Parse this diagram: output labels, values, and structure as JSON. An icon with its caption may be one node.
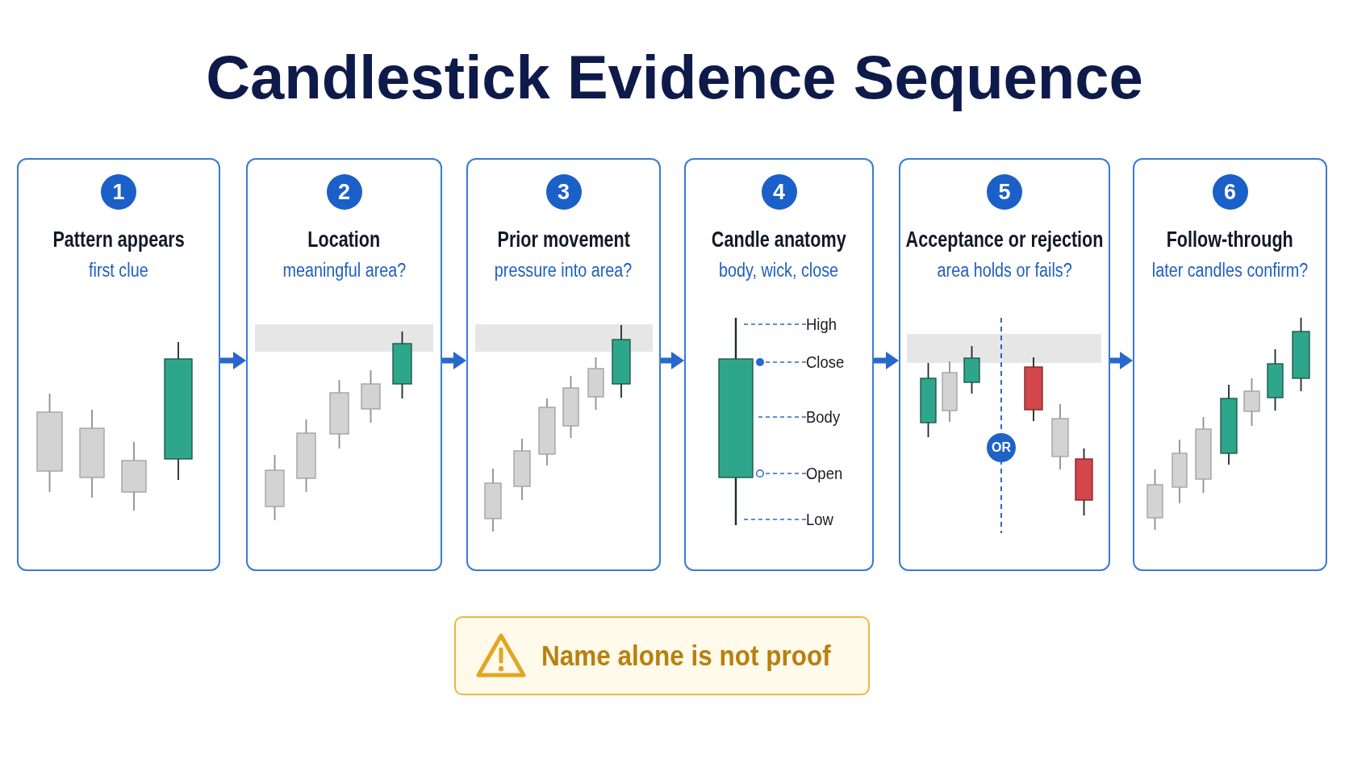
{
  "diagram": {
    "title": "Candlestick Evidence Sequence",
    "nodes": [
      {
        "text": [
          "1",
          "Pattern appears",
          "first clue"
        ]
      },
      {
        "text": [
          "2",
          "Location",
          "meaningful area?"
        ]
      },
      {
        "text": [
          "3",
          "Prior movement",
          "pressure into area?"
        ]
      },
      {
        "text": [
          "4",
          "Candle anatomy",
          "body, wick, close"
        ]
      },
      {
        "text": [
          "High"
        ],
        "in": 3
      },
      {
        "text": [
          "Close"
        ],
        "in": 3
      },
      {
        "text": [
          "Body"
        ],
        "in": 3
      },
      {
        "text": [
          "Open"
        ],
        "in": 3
      },
      {
        "text": [
          "Low"
        ],
        "in": 3
      },
      {
        "text": [
          "5",
          "Acceptance or rejection",
          "area holds or fails?"
        ]
      },
      {
        "text": [
          "OR"
        ],
        "in": 9
      },
      {
        "text": [
          "6",
          "Follow-through",
          "later candles confirm?"
        ]
      },
      {
        "text": [
          "Name alone is not proof"
        ]
      }
    ],
    "edges": [
      {
        "from": 0,
        "to": 1,
        "arrow": "to"
      },
      {
        "from": 1,
        "to": 2,
        "arrow": "to"
      },
      {
        "from": 2,
        "to": 3,
        "arrow": "to"
      },
      {
        "from": 3,
        "to": 9,
        "arrow": "to"
      },
      {
        "from": 9,
        "to": 11,
        "arrow": "to"
      },
      {
        "from": 4,
        "to": null,
        "arrow": "none",
        "style": "dashed"
      },
      {
        "from": 5,
        "to": null,
        "arrow": "other",
        "style": "dashed"
      },
      {
        "from": 6,
        "to": null,
        "arrow": "none",
        "style": "dashed"
      },
      {
        "from": 7,
        "to": null,
        "arrow": "other",
        "style": "dashed"
      },
      {
        "from": 8,
        "to": null,
        "arrow": "none",
        "style": "dashed"
      }
    ]
  }
}
